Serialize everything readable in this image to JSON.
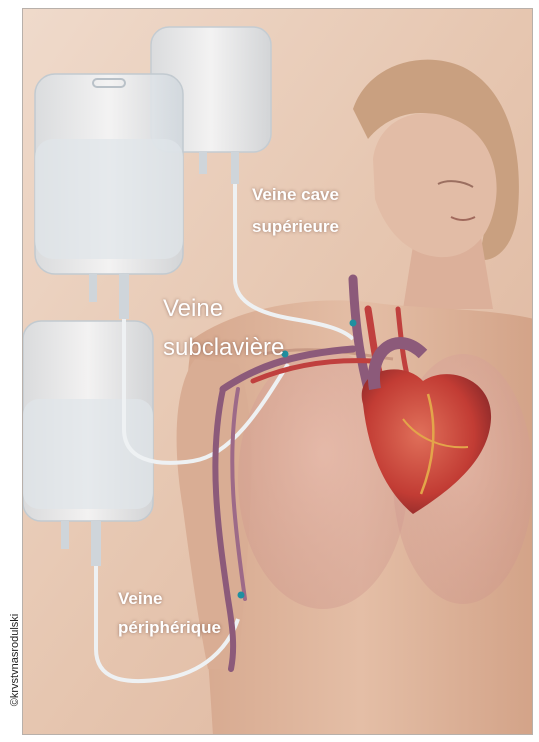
{
  "labels": {
    "vena_cava_line1": "Veine cave",
    "vena_cava_line2": "supérieure",
    "subclavian_line1": "Veine",
    "subclavian_line2": "subclavière",
    "peripheral_line1": "Veine",
    "peripheral_line2": "périphérique"
  },
  "credit": "©krvstvnasrodulski",
  "colors": {
    "background": "#e9cdb8",
    "skin": "#dcb49c",
    "vein": "#8c5a7a",
    "artery": "#c0403e",
    "heart": "#c8483c",
    "marker": "#1f8fa0",
    "bag": "#e8ecef",
    "label_text": "#ffffff"
  },
  "image_description_icons": [
    "iv-bag-icon",
    "heart-icon",
    "vein-marker-icon"
  ]
}
